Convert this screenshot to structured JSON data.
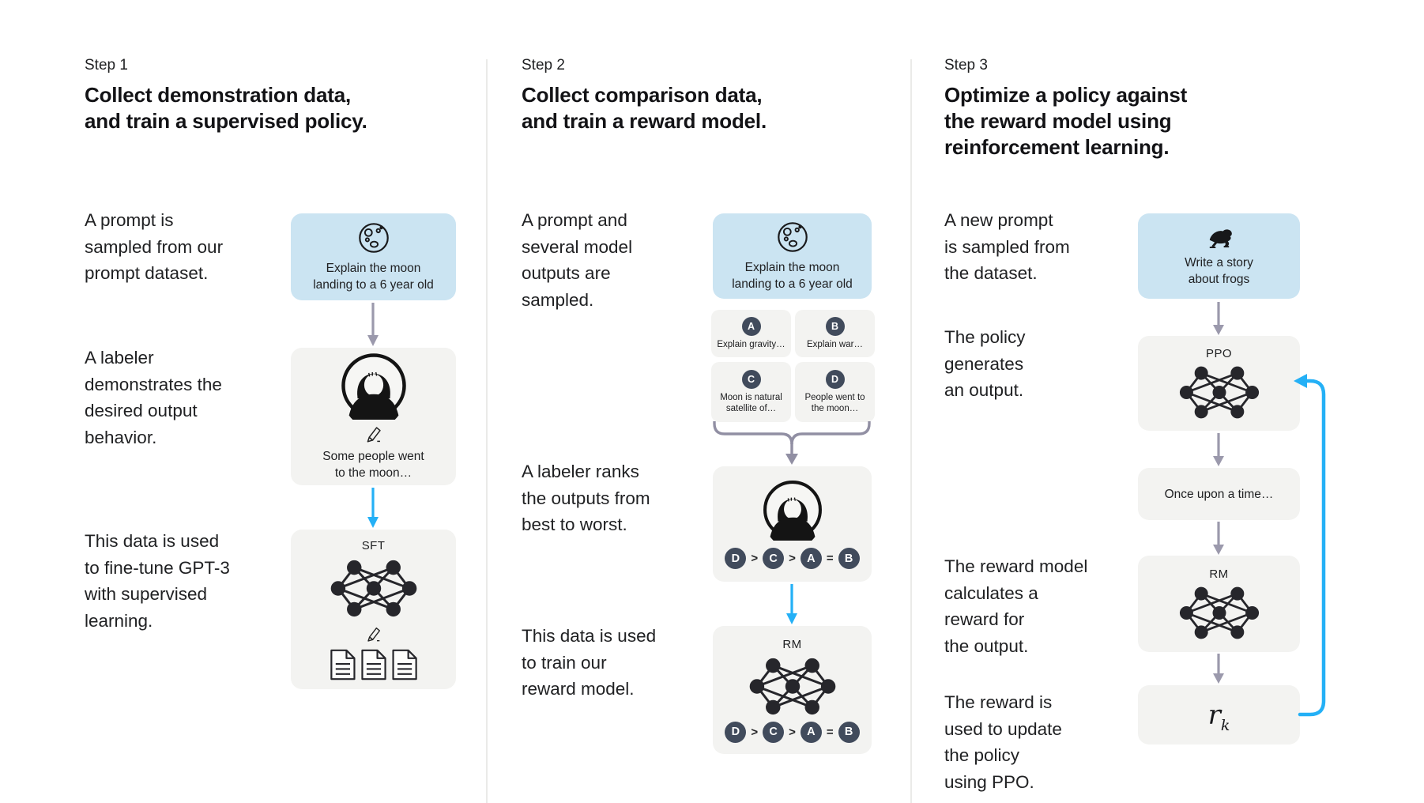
{
  "colors": {
    "background": "#ffffff",
    "prompt_box_blue": "#cbe4f2",
    "gray_box": "#f3f3f1",
    "badge_circle": "#414b5c",
    "arrow_gray": "#9b99ac",
    "arrow_blue": "#24b0f6",
    "text": "#202123",
    "divider": "#eaeae8"
  },
  "step1": {
    "label": "Step 1",
    "title": "Collect demonstration data,\nand train a supervised policy.",
    "desc_prompt": "A prompt is\nsampled from our\nprompt dataset.",
    "desc_labeler": "A labeler\ndemonstrates the\ndesired output\nbehavior.",
    "desc_finetune": "This data is used\nto fine-tune GPT-3\nwith supervised\nlearning.",
    "prompt_box_text": "Explain the moon\nlanding to a 6 year old",
    "labeler_box_text": "Some people went\nto the moon…",
    "sft_label": "SFT"
  },
  "step2": {
    "label": "Step 2",
    "title": "Collect comparison data,\nand train a reward model.",
    "desc_sampled": "A prompt and\nseveral model\noutputs are\nsampled.",
    "desc_ranks": "A labeler ranks\nthe outputs from\nbest to worst.",
    "desc_train": "This data is used\nto train our\nreward model.",
    "prompt_box_text": "Explain the moon\nlanding to a 6 year old",
    "outputs": [
      {
        "badge": "A",
        "text": "Explain gravity…"
      },
      {
        "badge": "B",
        "text": "Explain war…"
      },
      {
        "badge": "C",
        "text": "Moon is natural\nsatellite of…"
      },
      {
        "badge": "D",
        "text": "People went to\nthe moon…"
      }
    ],
    "ranking": [
      "D",
      ">",
      "C",
      ">",
      "A",
      "=",
      "B"
    ],
    "rm_label": "RM"
  },
  "step3": {
    "label": "Step 3",
    "title": "Optimize a policy against\nthe reward model using\nreinforcement learning.",
    "desc_new_prompt": "A new prompt\nis sampled from\nthe dataset.",
    "desc_policy": "The policy\ngenerates\nan output.",
    "desc_reward_model": "The reward model\ncalculates a\nreward for\nthe output.",
    "desc_reward_update": "The reward is\nused to update\nthe policy\nusing PPO.",
    "prompt_box_text": "Write a story\nabout frogs",
    "ppo_label": "PPO",
    "once_box_text": "Once upon a time…",
    "rm_label": "RM",
    "reward_symbol": {
      "base": "r",
      "sub": "k"
    }
  }
}
